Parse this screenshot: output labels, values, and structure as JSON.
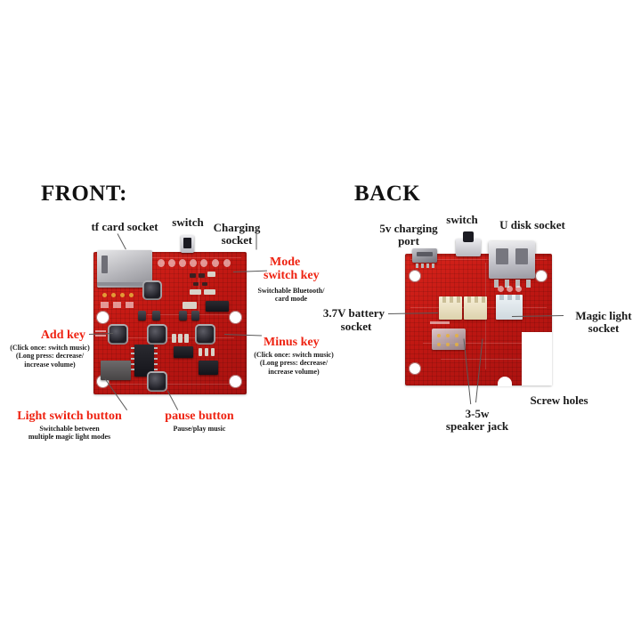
{
  "panels": {
    "front": {
      "title": "FRONT:"
    },
    "back": {
      "title": "BACK"
    }
  },
  "colors": {
    "accent_red": "#ee2211",
    "label_black": "#1a1a1a",
    "pcb_red": "#c01712",
    "background": "#ffffff",
    "leader_line": "#5a5a5a"
  },
  "front_labels": {
    "tf_card_socket": "tf card socket",
    "switch": "switch",
    "charging_socket_l1": "Charging",
    "charging_socket_l2": "socket",
    "mode_switch_key_l1": "Mode",
    "mode_switch_key_l2": "switch key",
    "mode_switch_sub": "Switchable Bluetooth/\ncard mode",
    "add_key": "Add key",
    "add_key_sub": "(Click once: switch music)\n(Long press: decrease/\nincrease volume)",
    "minus_key": "Minus key",
    "minus_key_sub": "(Click once: switch music)\n(Long press: decrease/\nincrease volume)",
    "light_switch_button": "Light switch button",
    "light_switch_sub": "Switchable between\nmultiple magic light modes",
    "pause_button": "pause button",
    "pause_button_sub": "Pause/play music"
  },
  "back_labels": {
    "charging_port_l1": "5v charging",
    "charging_port_l2": "port",
    "switch": "switch",
    "u_disk_socket": "U disk socket",
    "battery_socket_l1": "3.7V battery",
    "battery_socket_l2": "socket",
    "magic_light_l1": "Magic light",
    "magic_light_l2": "socket",
    "speaker_jack_l1": "3-5w",
    "speaker_jack_l2": "speaker jack",
    "screw_holes": "Screw holes"
  }
}
